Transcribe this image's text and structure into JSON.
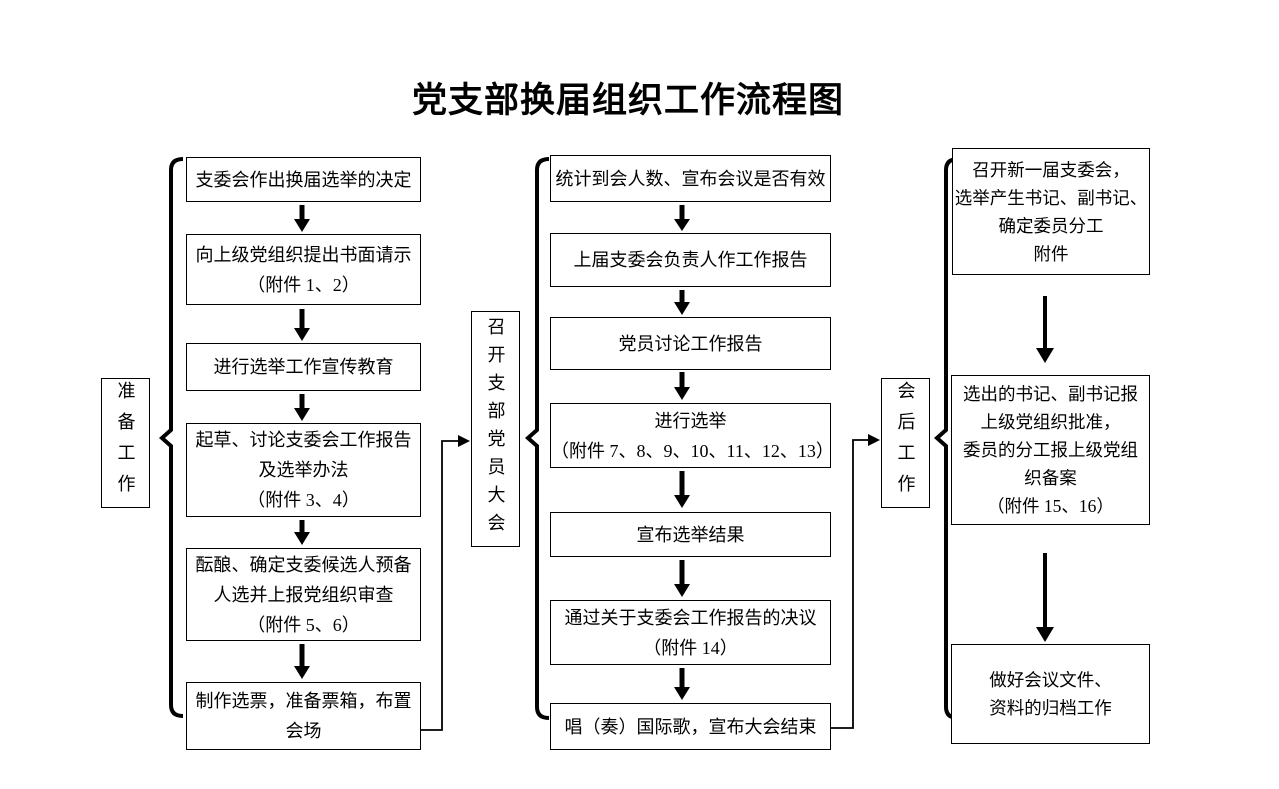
{
  "title": "党支部换届组织工作流程图",
  "colors": {
    "line": "#000000",
    "text": "#000000",
    "background": "#ffffff"
  },
  "stages": {
    "preparation": {
      "label": "准备工作",
      "boxes": [
        "支委会作出换届选举的决定",
        "向上级党组织提出书面请示\n（附件 1、2）",
        "进行选举工作宣传教育",
        "起草、讨论支委会工作报告\n及选举办法\n（附件 3、4）",
        "酝酿、确定支委候选人预备\n人选并上报党组织审查\n（附件 5、6）",
        "制作选票，准备票箱，布置\n会场"
      ]
    },
    "assembly": {
      "label": "召开支部党员大会",
      "boxes": [
        "统计到会人数、宣布会议是否有效",
        "上届支委会负责人作工作报告",
        "党员讨论工作报告",
        "进行选举\n（附件 7、8、9、10、11、12、13）",
        "宣布选举结果",
        "通过关于支委会工作报告的决议\n（附件 14）",
        "唱（奏）国际歌，宣布大会结束"
      ]
    },
    "post": {
      "label": "会后工作",
      "boxes": [
        "召开新一届支委会，\n选举产生书记、副书记、\n确定委员分工\n附件",
        "选出的书记、副书记报\n上级党组织批准，\n委员的分工报上级党组\n织备案\n（附件 15、16）",
        "做好会议文件、\n资料的归档工作"
      ]
    }
  }
}
